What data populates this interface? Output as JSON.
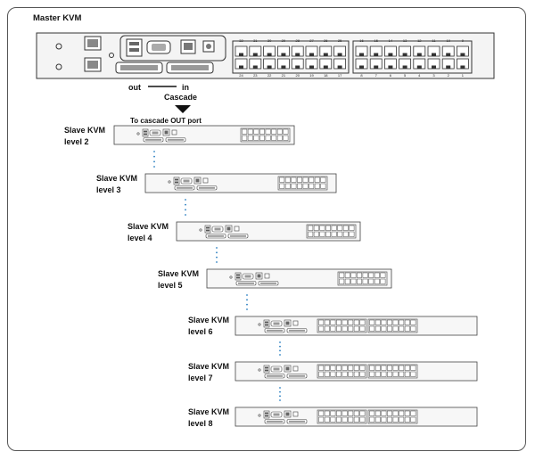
{
  "title": "Master KVM",
  "master": {
    "top_port_numbers": [
      "32",
      "31",
      "30",
      "29",
      "28",
      "27",
      "26",
      "25",
      "16",
      "15",
      "14",
      "13",
      "12",
      "11",
      "10",
      "9"
    ],
    "bottom_port_numbers": [
      "24",
      "23",
      "22",
      "21",
      "20",
      "19",
      "18",
      "17",
      "8",
      "7",
      "6",
      "5",
      "4",
      "3",
      "2",
      "1"
    ]
  },
  "cascade": {
    "out_label": "out",
    "in_label": "in",
    "cascade_label": "Cascade",
    "to_port_label": "To cascade OUT port"
  },
  "slaves": [
    {
      "name": "Slave KVM",
      "level": "level 2"
    },
    {
      "name": "Slave KVM",
      "level": "level 3"
    },
    {
      "name": "Slave KVM",
      "level": "level 4"
    },
    {
      "name": "Slave KVM",
      "level": "level 5"
    },
    {
      "name": "Slave KVM",
      "level": "level 6"
    },
    {
      "name": "Slave KVM",
      "level": "level 7"
    },
    {
      "name": "Slave KVM",
      "level": "level 8"
    }
  ],
  "colors": {
    "stroke": "#333333",
    "dots": "#2a7fc1",
    "fill": "#f4f4f4"
  }
}
